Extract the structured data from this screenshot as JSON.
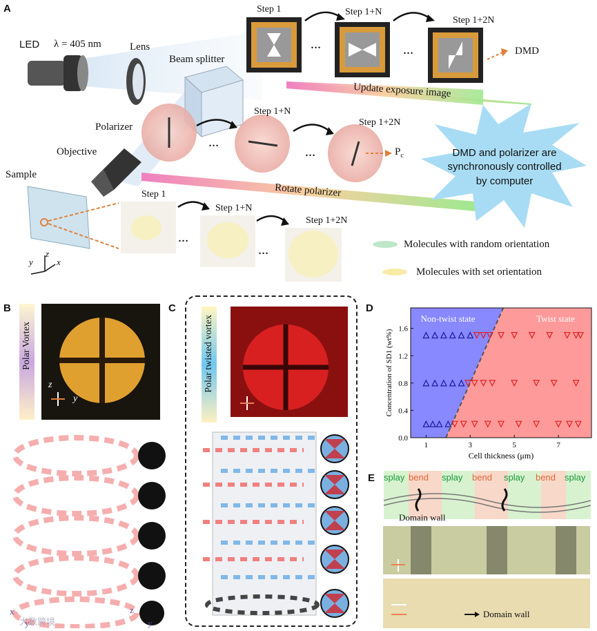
{
  "panel_labels": [
    "A",
    "B",
    "C",
    "D",
    "E"
  ],
  "panel_a": {
    "led_label": "LED",
    "lambda_label": "λ = 405 nm",
    "lens_label": "Lens",
    "beam_splitter_label": "Beam splitter",
    "polarizer_label": "Polarizer",
    "objective_label": "Objective",
    "sample_label": "Sample",
    "dmd_label": "DMD",
    "pc_label": "P",
    "pc_sub": "c",
    "steps": [
      "Step 1",
      "Step 1+N",
      "Step 1+2N"
    ],
    "ellipsis": "…",
    "update_banner": "Update exposure image",
    "rotate_banner": "Rotate polarizer",
    "burst_text": "DMD and polarizer are synchronously controlled by computer",
    "legend_random": "Molecules with random orientation",
    "legend_set": "Molecules with set orientation",
    "axes": {
      "x": "x",
      "y": "y",
      "z": "z"
    }
  },
  "panel_b": {
    "title": "Polar Vortex",
    "axis_z": "z",
    "axis_y": "y",
    "corner_x": "x",
    "corner_y": "y"
  },
  "panel_c": {
    "title": "Polar twisted vortex",
    "corner_z": "z",
    "corner_y": "y"
  },
  "panel_e": {
    "labels": [
      "splay",
      "bend",
      "splay",
      "bend",
      "splay",
      "bend",
      "splay"
    ],
    "domain_wall_1": "Domain wall",
    "domain_wall_2": "Domain wall"
  },
  "watermark": "大数跨境",
  "chart_data": {
    "type": "scatter",
    "xlabel": "Cell thickness (μm)",
    "ylabel": "Concentration of SD1 (wt%)",
    "xlim": [
      0.3,
      8.5
    ],
    "ylim": [
      0,
      1.9
    ],
    "xticks": [
      1,
      3,
      5,
      7
    ],
    "yticks": [
      0.0,
      0.4,
      0.8,
      1.2,
      1.6
    ],
    "yticklabels": [
      "0.0",
      "0.4",
      "0.8",
      "1.2",
      "1.6"
    ],
    "regions": [
      {
        "name": "Non-twist state",
        "color": "#8888ff"
      },
      {
        "name": "Twist state",
        "color": "#ff9a9a"
      }
    ],
    "boundary": {
      "x": [
        1.9,
        4.5
      ],
      "y": [
        0,
        1.9
      ]
    },
    "series": [
      {
        "name": "Non-twist state",
        "color": "#1a1aa0",
        "marker": "triangle-up",
        "x": [
          1.0,
          1.4,
          1.8,
          2.2,
          2.6,
          3.0,
          1.0,
          1.4,
          1.8,
          2.2,
          2.6,
          1.0,
          1.3,
          1.6,
          2.0
        ],
        "y": [
          1.5,
          1.5,
          1.5,
          1.5,
          1.5,
          1.5,
          0.8,
          0.8,
          0.8,
          0.8,
          0.8,
          0.2,
          0.2,
          0.2,
          0.2
        ]
      },
      {
        "name": "Twist state",
        "color": "#e02020",
        "marker": "triangle-down",
        "x": [
          3.3,
          3.6,
          3.9,
          4.4,
          5.0,
          5.8,
          6.6,
          7.4,
          7.8,
          8.0,
          2.9,
          3.2,
          3.6,
          4.0,
          5.0,
          6.0,
          6.8,
          7.8,
          2.3,
          2.7,
          3.2,
          3.8,
          4.4,
          5.2,
          6.0,
          7.0,
          7.5,
          7.9
        ],
        "y": [
          1.5,
          1.5,
          1.5,
          1.5,
          1.5,
          1.5,
          1.5,
          1.5,
          1.5,
          1.5,
          0.8,
          0.8,
          0.8,
          0.8,
          0.8,
          0.8,
          0.8,
          0.8,
          0.2,
          0.2,
          0.2,
          0.2,
          0.2,
          0.2,
          0.2,
          0.2,
          0.2,
          0.2
        ]
      }
    ]
  }
}
